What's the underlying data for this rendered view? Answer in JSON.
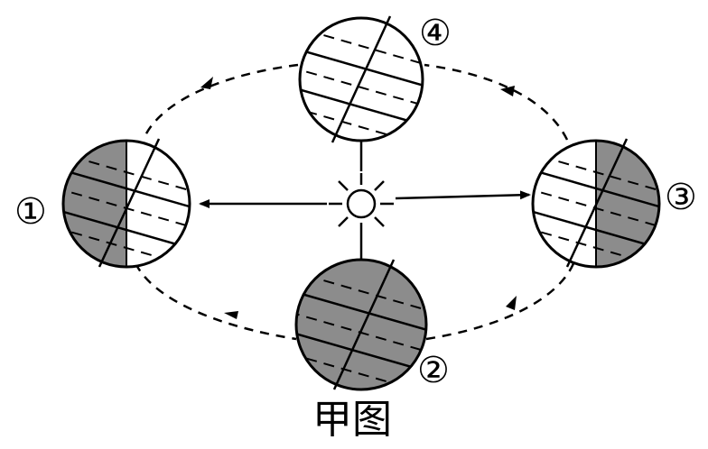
{
  "caption": "甲图",
  "positions": [
    {
      "id": "1",
      "label": "①"
    },
    {
      "id": "2",
      "label": "②"
    },
    {
      "id": "3",
      "label": "③"
    },
    {
      "id": "4",
      "label": "④"
    }
  ],
  "colors": {
    "night_shade": "#8c8c8c",
    "line": "#000000",
    "day": "#ffffff"
  },
  "icons": {
    "sun": "sun-icon"
  }
}
